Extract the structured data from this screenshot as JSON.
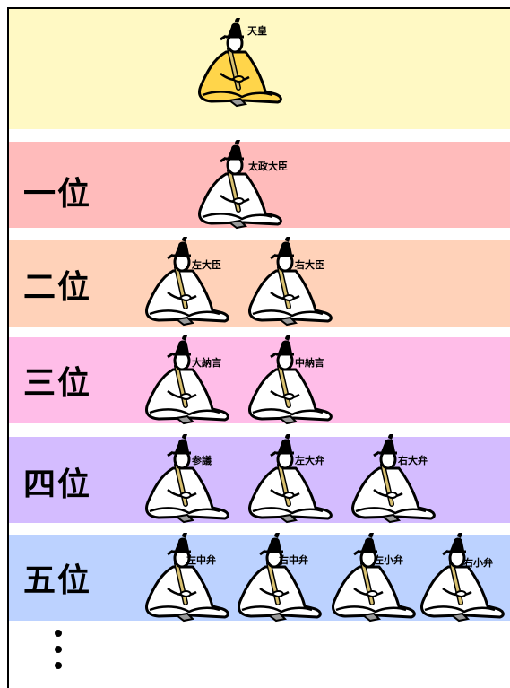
{
  "colors": {
    "emperor_band": "#fff9c4",
    "rank1_band": "#ffbbbb",
    "rank2_band": "#ffd2b9",
    "rank3_band": "#ffbde8",
    "rank4_band": "#d4bcff",
    "rank5_band": "#bcd2ff",
    "emperor_robe": "#ffd54a",
    "noble_robe": "#ffffff"
  },
  "emperor": {
    "title": "天皇"
  },
  "ranks": [
    {
      "label": "一位",
      "officials": [
        "太政大臣"
      ]
    },
    {
      "label": "二位",
      "officials": [
        "左大臣",
        "右大臣"
      ]
    },
    {
      "label": "三位",
      "officials": [
        "大納言",
        "中納言"
      ]
    },
    {
      "label": "四位",
      "officials": [
        "参議",
        "左大弁",
        "右大弁"
      ]
    },
    {
      "label": "五位",
      "officials": [
        "左中弁",
        "右中弁",
        "左小弁",
        "右小弁"
      ]
    }
  ],
  "continuation_icon": "vertical-ellipsis-icon"
}
